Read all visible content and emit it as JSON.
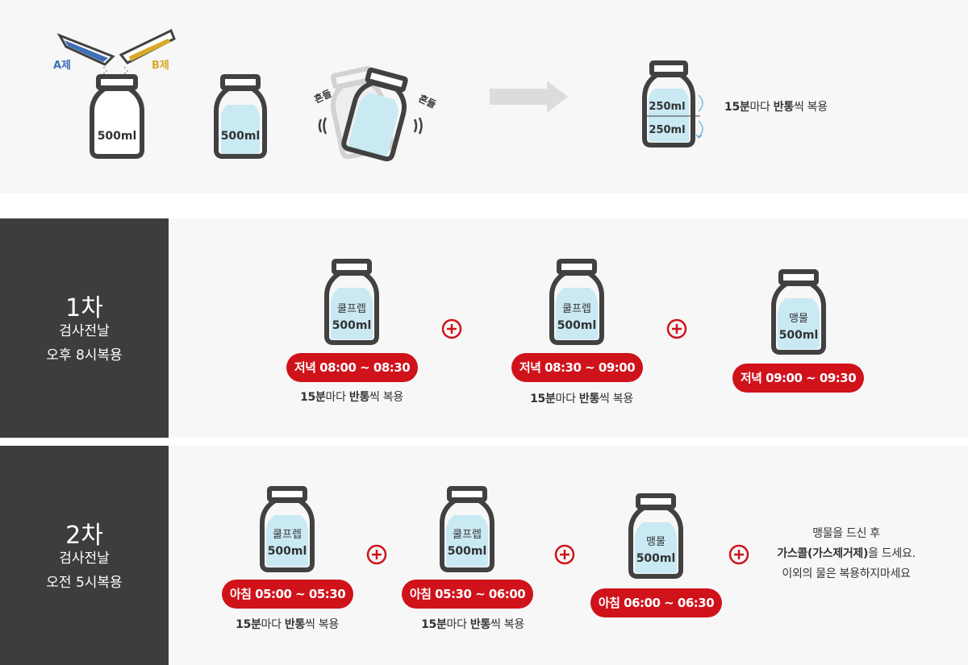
{
  "top": {
    "label_a": "A제",
    "label_b": "B제",
    "bottle1_label": "500ml",
    "bottle2_label": "500ml",
    "shake_left": "흔들",
    "shake_right": "흔들",
    "split_top": "250ml",
    "split_bottom": "250ml",
    "split_note": {
      "a": "15분",
      "b": "마다 ",
      "c": "반통",
      "d": "씩 복용"
    }
  },
  "rounds": [
    {
      "title": "1차",
      "sub1": "검사전날",
      "sub2": "오후 8시복용",
      "items": [
        {
          "name": "쿨프렙",
          "volume": "500ml",
          "time": "저녁 08:00 ~ 08:30",
          "note": {
            "a": "15분",
            "b": "마다 ",
            "c": "반통",
            "d": "씩 복용"
          }
        },
        {
          "name": "쿨프렙",
          "volume": "500ml",
          "time": "저녁 08:30 ~ 09:00",
          "note": {
            "a": "15분",
            "b": "마다 ",
            "c": "반통",
            "d": "씩 복용"
          }
        },
        {
          "name": "맹물",
          "volume": "500ml",
          "time": "저녁 09:00 ~ 09:30"
        }
      ]
    },
    {
      "title": "2차",
      "sub1": "검사전날",
      "sub2": "오전 5시복용",
      "items": [
        {
          "name": "쿨프렙",
          "volume": "500ml",
          "time": "아침 05:00 ~ 05:30",
          "note": {
            "a": "15분",
            "b": "마다 ",
            "c": "반통",
            "d": "씩 복용"
          }
        },
        {
          "name": "쿨프렙",
          "volume": "500ml",
          "time": "아침 05:30 ~ 06:00",
          "note": {
            "a": "15분",
            "b": "마다 ",
            "c": "반통",
            "d": "씩 복용"
          }
        },
        {
          "name": "맹물",
          "volume": "500ml",
          "time": "아침 06:00 ~ 06:30"
        }
      ],
      "final": {
        "line1": "맹물을 드신 후",
        "line2_bold": "가스콜(가스제거제)",
        "line2_rest": "을 드세요.",
        "line3": "이외의 물은 복용하지마세요"
      }
    }
  ],
  "colors": {
    "red": "#d0121b",
    "water": "#c9e9f3",
    "bottle": "#414141",
    "side": "#3d3d3d",
    "a_blue": "#3f6fb5",
    "b_gold": "#d8a929"
  }
}
